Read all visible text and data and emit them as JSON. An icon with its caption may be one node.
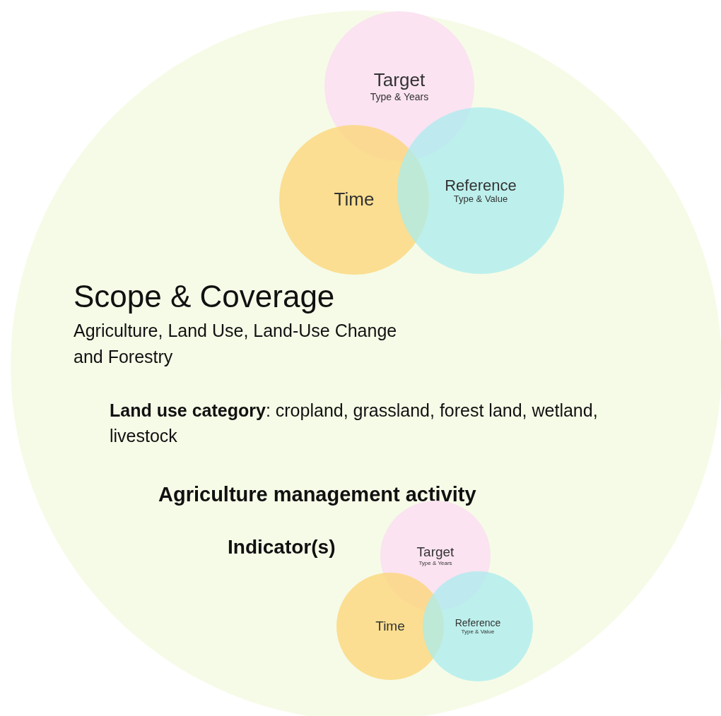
{
  "diagram": {
    "nodes": [
      {
        "text": [
          "Scope & Coverage",
          "Agriculture, Land Use, Land-Use Change and Forestry",
          "**Land use category**: cropland, grassland, forest land, wetland, livestock",
          "Agriculture management activity",
          "Indicator(s)"
        ]
      },
      {
        "text": [
          "Target",
          "Type & Years"
        ],
        "in": 0
      },
      {
        "text": [
          "Time"
        ],
        "in": 0
      },
      {
        "text": [
          "Reference",
          "Type & Value"
        ],
        "in": 0
      },
      {
        "text": [
          "Target",
          "Type & Years"
        ],
        "in": 0
      },
      {
        "text": [
          "Time"
        ],
        "in": 0
      },
      {
        "text": [
          "Reference",
          "Type & Value"
        ],
        "in": 0
      }
    ]
  }
}
